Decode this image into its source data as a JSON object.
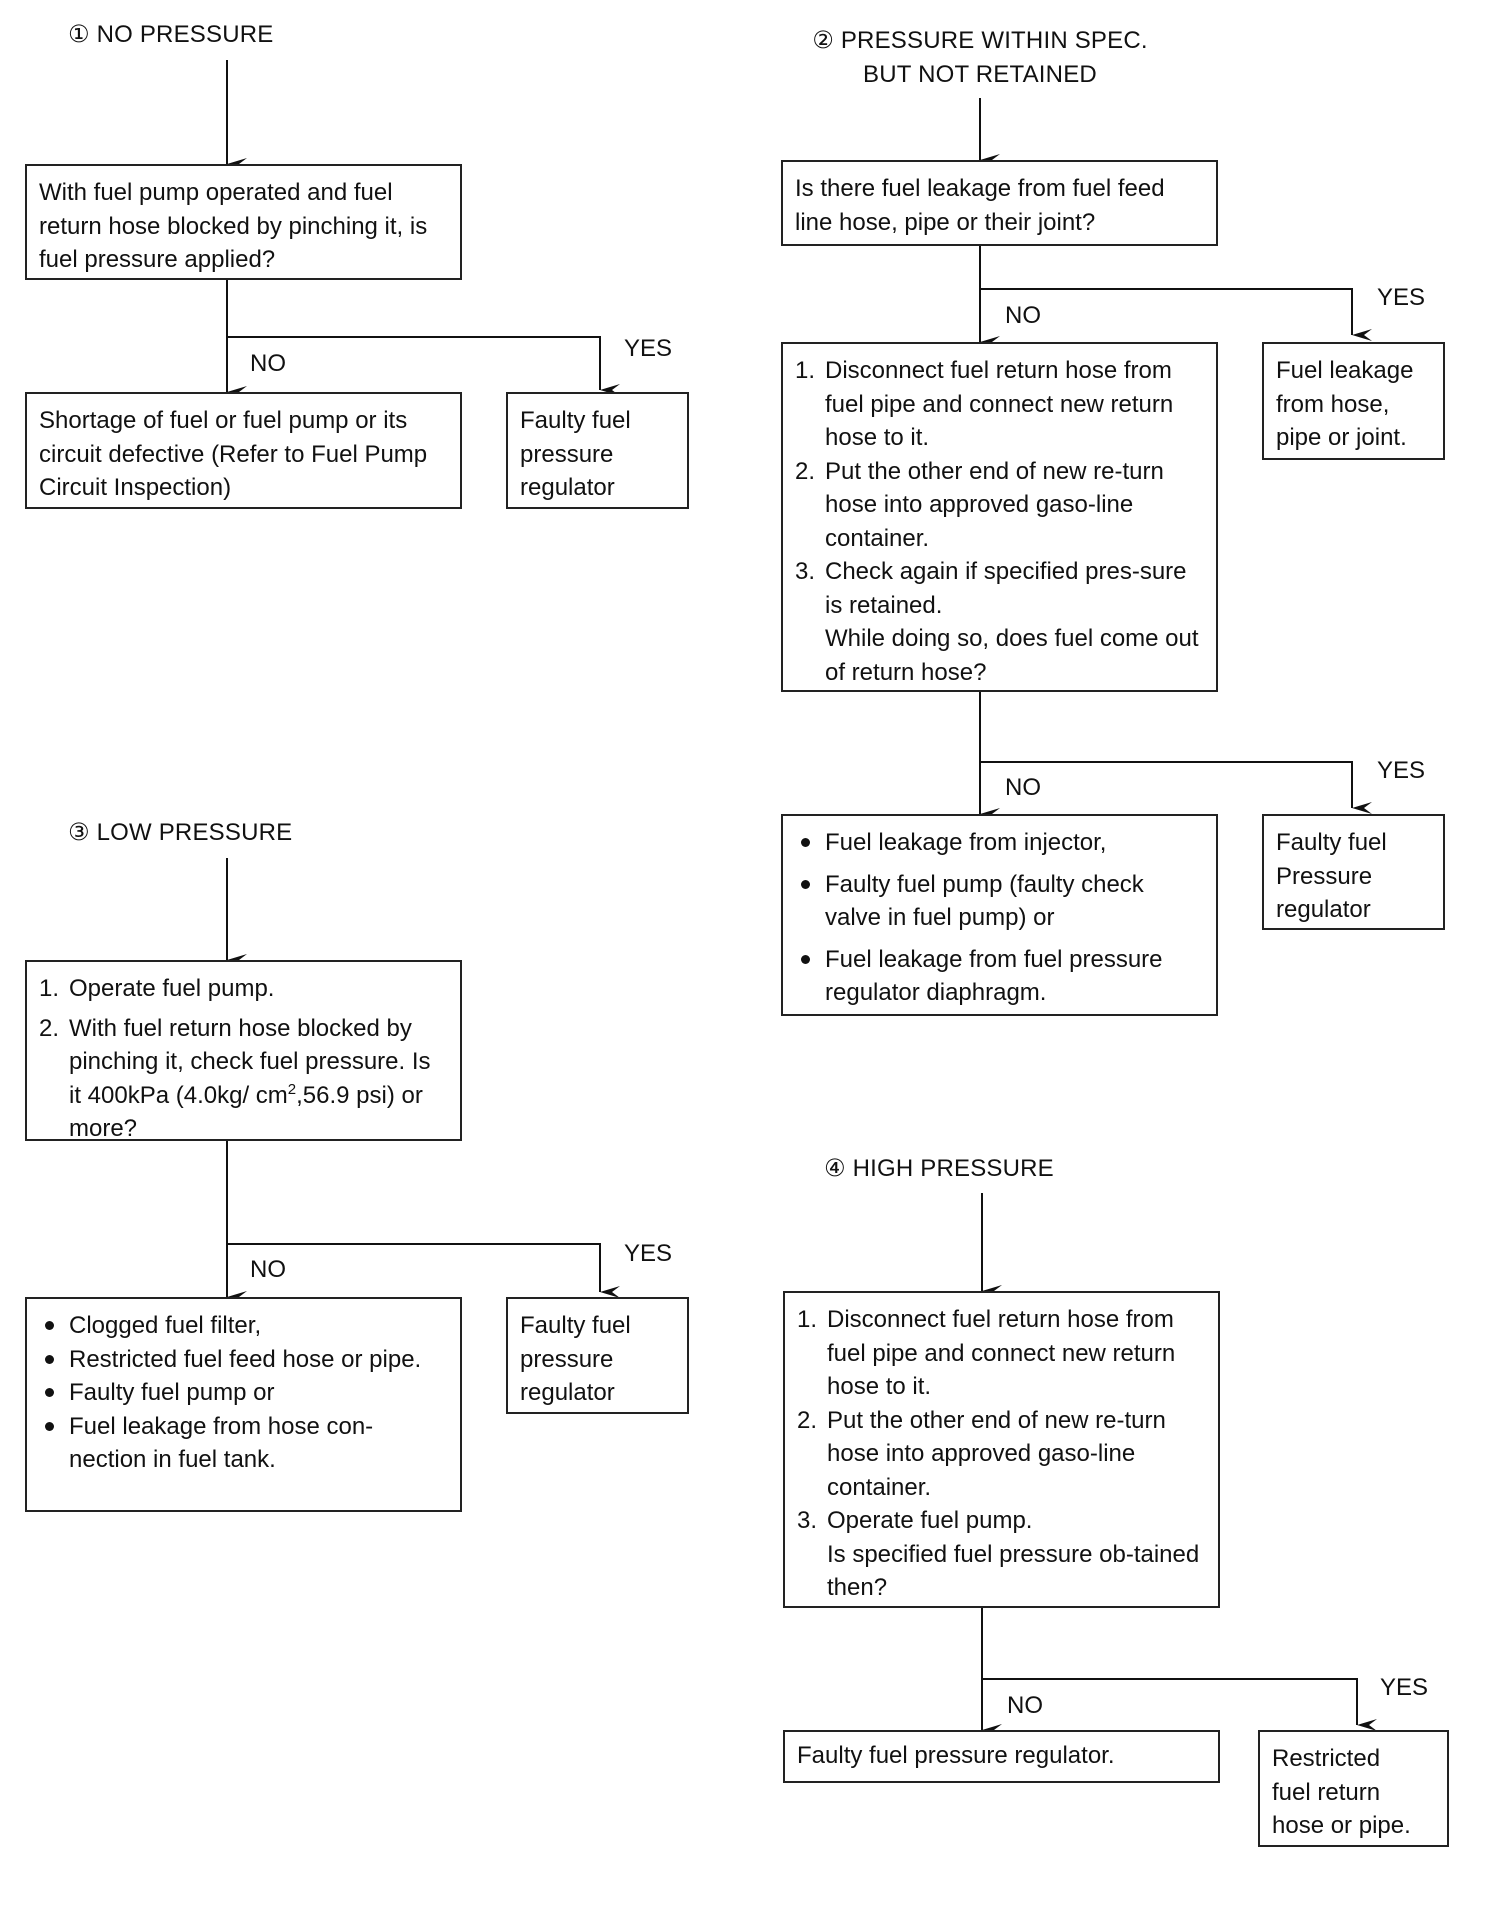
{
  "sections": {
    "no_pressure": {
      "title": "① NO PRESSURE",
      "question": "With fuel pump operated and fuel return hose blocked by pinching it, is fuel pressure applied?",
      "no_label": "NO",
      "yes_label": "YES",
      "no_result": "Shortage of fuel or fuel pump or its circuit defective (Refer to Fuel Pump Circuit Inspection)",
      "yes_result": "Faulty fuel\npressure\nregulator"
    },
    "not_retained": {
      "title": "② PRESSURE WITHIN SPEC.\nBUT NOT RETAINED",
      "question": "Is there fuel leakage from fuel feed line hose, pipe or their joint?",
      "no_label_1": "NO",
      "yes_label_1": "YES",
      "yes_result_1": "Fuel leakage\nfrom hose,\npipe or joint.",
      "steps": [
        {
          "num": "1.",
          "text": "Disconnect fuel return hose from fuel pipe and connect new return hose to it."
        },
        {
          "num": "2.",
          "text": "Put the other end of new re-turn hose into approved gaso-line container."
        },
        {
          "num": "3.",
          "text": "Check again if specified pres-sure is retained.\nWhile doing so, does fuel come out of return hose?"
        }
      ],
      "no_label_2": "NO",
      "yes_label_2": "YES",
      "no_result_2": [
        "Fuel leakage from injector,",
        "Faulty fuel pump (faulty check valve in fuel pump) or",
        "Fuel leakage from fuel pressure regulator diaphragm."
      ],
      "yes_result_2": "Faulty fuel\nPressure\nregulator"
    },
    "low_pressure": {
      "title": "③ LOW PRESSURE",
      "step1": "Operate fuel pump.",
      "step1_num": "1.",
      "step2_num": "2.",
      "step2_a": "With fuel return hose blocked by pinching it, check fuel pressure. Is it 400kPa (4.0kg/ cm",
      "step2_sup": "2",
      "step2_b": ",56.9 psi) or more?",
      "no_label": "NO",
      "yes_label": "YES",
      "no_result": [
        "Clogged fuel filter,",
        "Restricted fuel feed hose or pipe.",
        "Faulty fuel pump or",
        "Fuel leakage from hose con-nection in fuel tank."
      ],
      "yes_result": "Faulty fuel\npressure\nregulator"
    },
    "high_pressure": {
      "title": "④ HIGH PRESSURE",
      "steps": [
        {
          "num": "1.",
          "text": "Disconnect fuel return hose from fuel pipe and connect new return hose to it."
        },
        {
          "num": "2.",
          "text": "Put the other end of new re-turn hose into approved gaso-line container."
        },
        {
          "num": "3.",
          "text": "Operate fuel pump.\nIs specified fuel pressure ob-tained then?"
        }
      ],
      "no_label": "NO",
      "yes_label": "YES",
      "no_result": "Faulty fuel pressure regulator.",
      "yes_result": "Restricted\nfuel return\nhose or pipe."
    }
  }
}
